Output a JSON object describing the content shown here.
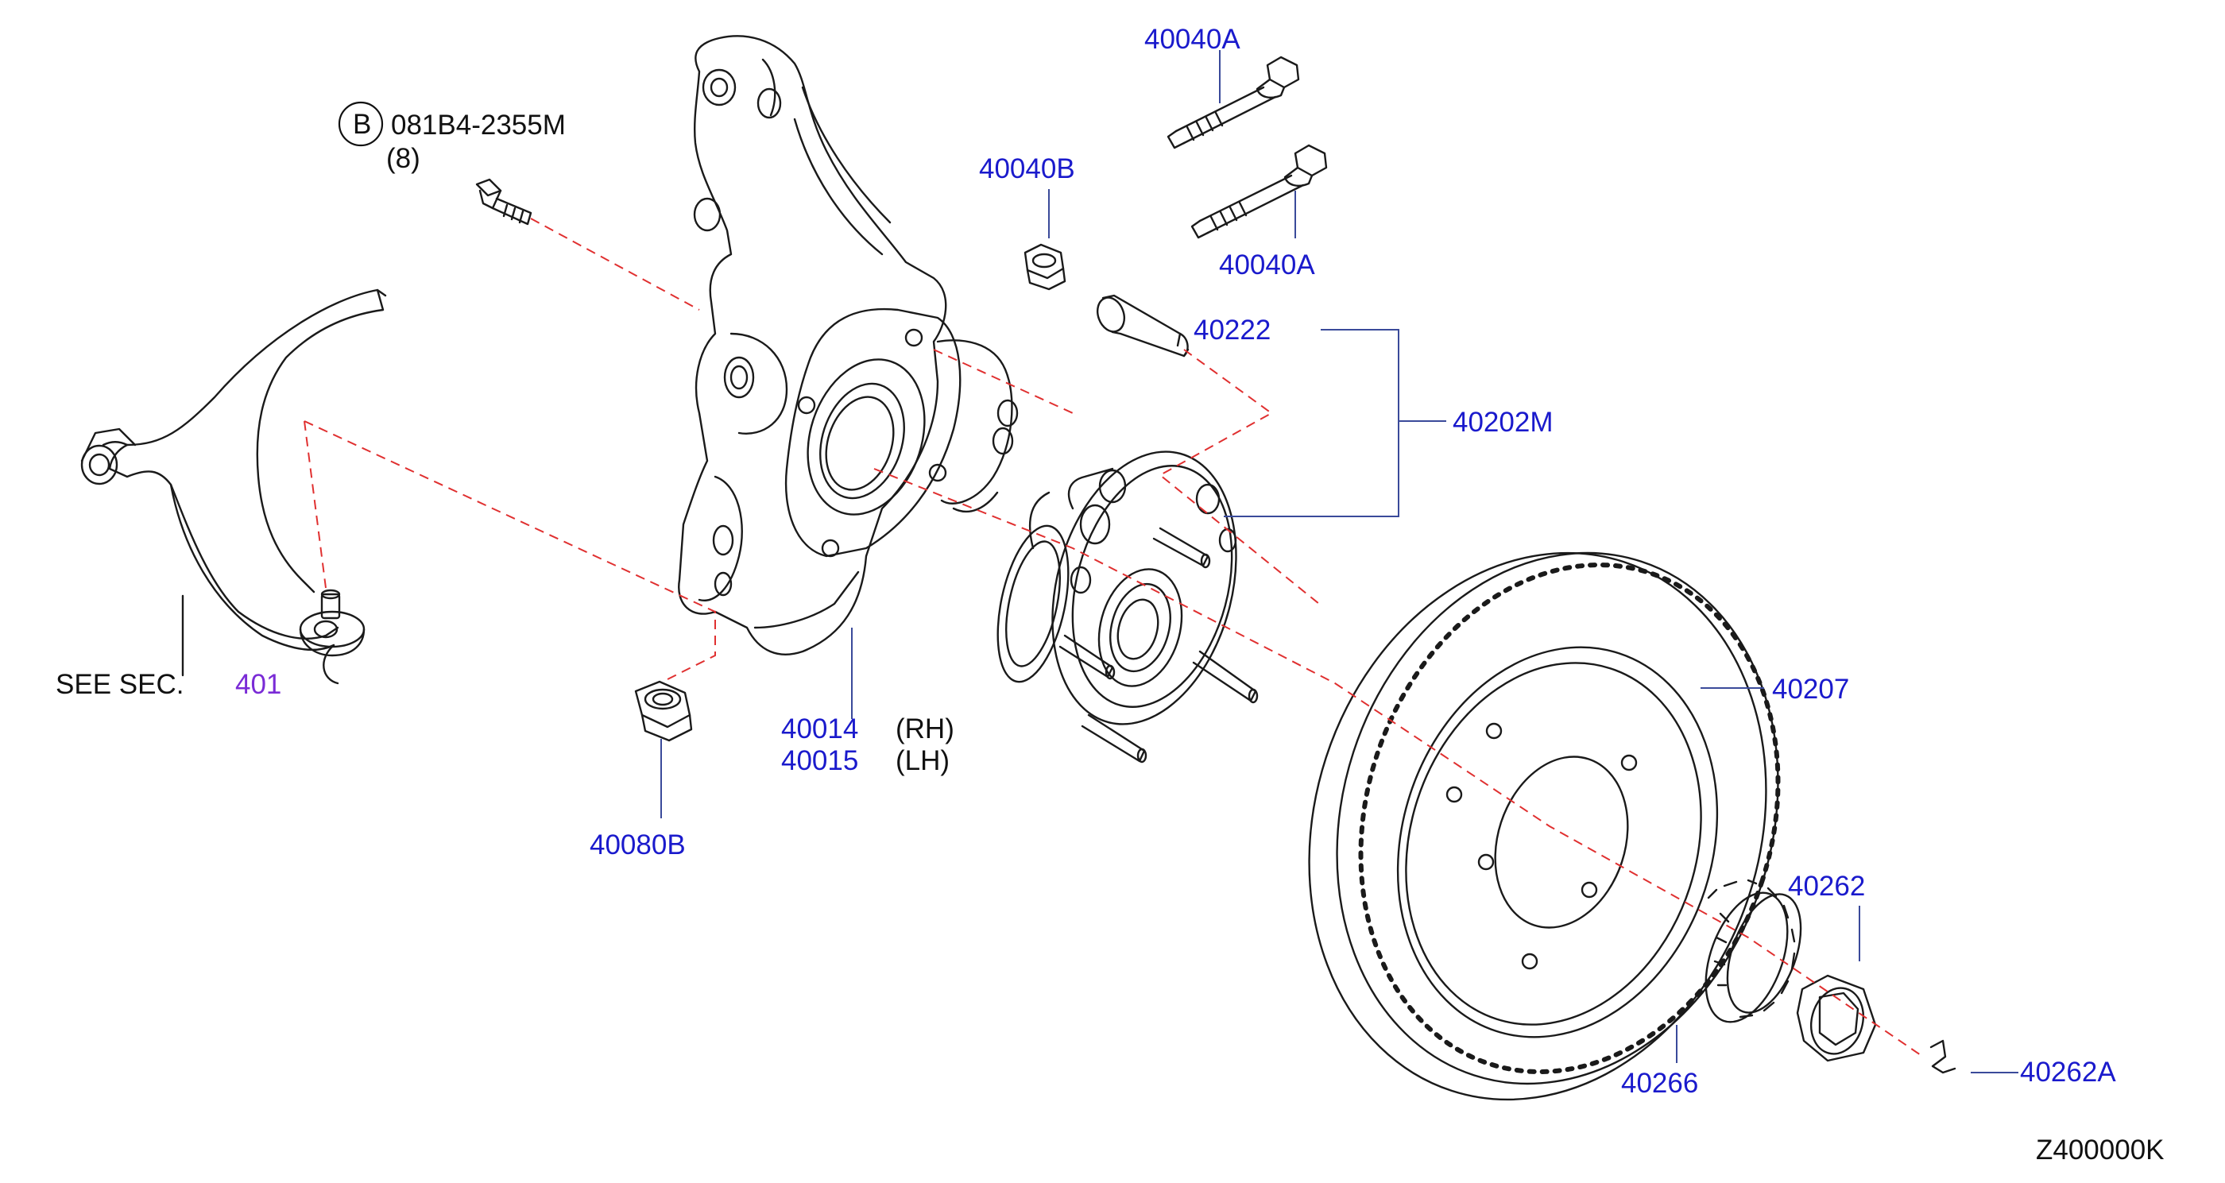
{
  "callouts": {
    "bolt_a_top": "40040A",
    "bolt_a_lower": "40040A",
    "nut_b": "40040B",
    "bolt_ref_circle": "B",
    "bolt_ref_code": "081B4-2355M",
    "bolt_ref_qty": "(8)",
    "stud": "40222",
    "hub_assembly": "40202M",
    "rotor": "40207",
    "knuckle_rh": "40014",
    "knuckle_rh_side": "(RH)",
    "knuckle_lh": "40015",
    "knuckle_lh_side": "(LH)",
    "nut_ball_joint": "40080B",
    "axle_nut": "40262",
    "cotter_pin": "40262A",
    "nut_retainer": "40266",
    "see_sec_text": "SEE   SEC.",
    "see_sec_number": "401"
  },
  "diagram_code": "Z400000K",
  "colors": {
    "callout": "#1a1acc",
    "text": "#111111",
    "section_ref": "#7a2bd6",
    "dash_line": "#e03030",
    "part_stroke": "#1a1a1a"
  }
}
